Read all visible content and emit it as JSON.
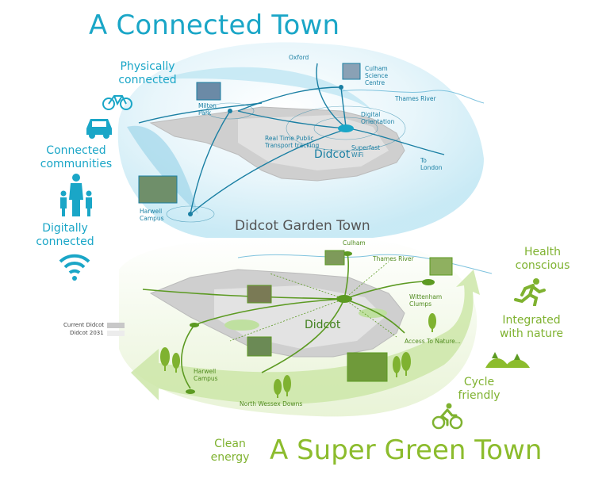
{
  "titles": {
    "top": "A Connected Town",
    "center": "Didcot Garden Town",
    "bottom": "A Super Green Town"
  },
  "connected_themes": {
    "physically": "Physically connected",
    "communities": "Connected communities",
    "digitally": "Digitally connected"
  },
  "green_themes": {
    "health": "Health conscious",
    "nature": "Integrated with nature",
    "cycle": "Cycle friendly",
    "energy": "Clean energy"
  },
  "top_map": {
    "oxford": "Oxford",
    "culham_science": "Culham Science Centre",
    "thames": "Thames River",
    "milton_park": "Milton Park",
    "digital_orientation": "Digital Orientation",
    "realtime": "Real Time Public Transport tracking",
    "superfast": "Superfast WiFi",
    "didcot": "Didcot",
    "london": "To London",
    "harwell": "Harwell Campus"
  },
  "bottom_map": {
    "culham": "Culham",
    "thames": "Thames River",
    "wittenham": "Wittenham Clumps",
    "didcot": "Didcot",
    "access_nature": "Access To Nature...",
    "harwell": "Harwell Campus",
    "north_wessex": "North Wessex Downs"
  },
  "legend": {
    "current": "Current Didcot",
    "future": "Didcot 2031"
  },
  "icons": [
    "bicycle-icon",
    "car-icon",
    "people-icon",
    "wifi-icon",
    "runner-icon",
    "hills-icon",
    "cyclist-icon"
  ],
  "colors": {
    "blue": "#1aa6c7",
    "green": "#8cbc2d",
    "dark_green": "#4f8a1d",
    "land": "#c8c8c8"
  }
}
